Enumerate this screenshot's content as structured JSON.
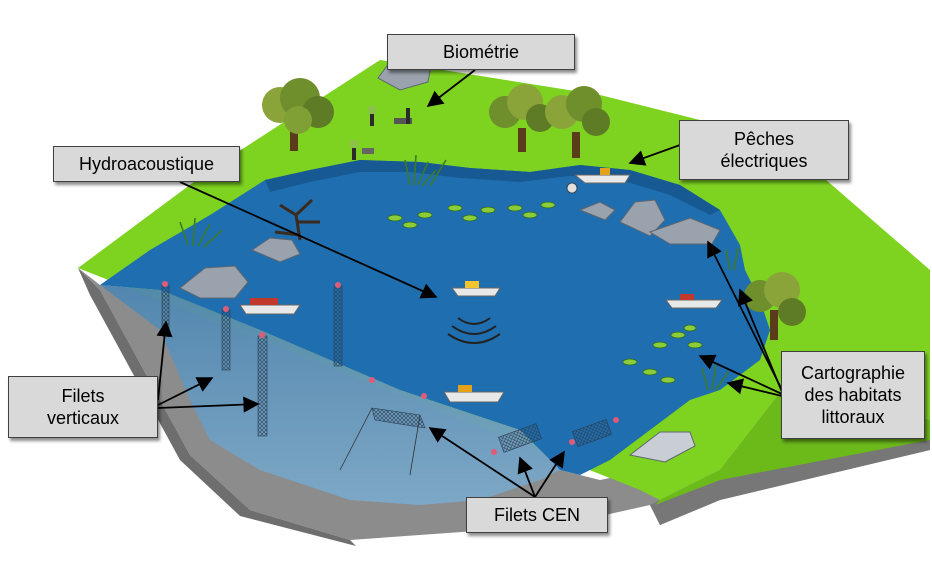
{
  "labels": {
    "biometrie": "Biométrie",
    "hydroacoustique": "Hydroacoustique",
    "peches_electriques": "Pêches\nélectriques",
    "filets_verticaux": "Filets\nverticaux",
    "cartographie": "Cartographie\ndes habitats\nlittoraux",
    "filets_cen": "Filets CEN"
  },
  "colors": {
    "grass": "#7ed321",
    "water": "#1f6fb0",
    "water_dark": "#175a93",
    "underwater": "#5b8fb3",
    "ground": "#8a8a8a",
    "ground_dark": "#6e6e6e",
    "label_bg": "#d9d9d9",
    "label_border": "#404040"
  }
}
